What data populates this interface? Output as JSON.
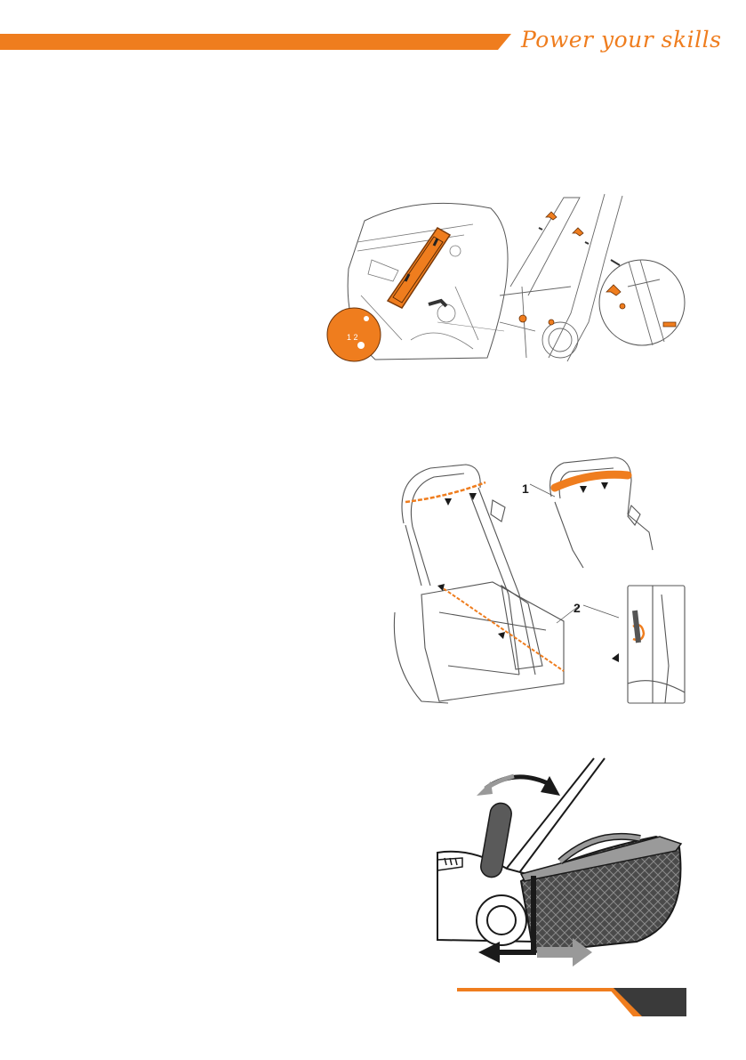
{
  "header": {
    "tagline": "Power your skills",
    "accent_color": "#ef7d1e",
    "dark_color": "#3a3a3a"
  },
  "figures": {
    "handle_bracket": {
      "icon": "handle-bracket-assembly-illustration"
    },
    "handle_cable": {
      "icon": "handle-cable-assembly-illustration",
      "callouts": [
        "1",
        "2"
      ]
    },
    "grass_catcher": {
      "icon": "grass-catcher-attachment-illustration"
    }
  },
  "footer": {
    "accent_color": "#ef7d1e",
    "tab_color": "#3a3a3a"
  }
}
